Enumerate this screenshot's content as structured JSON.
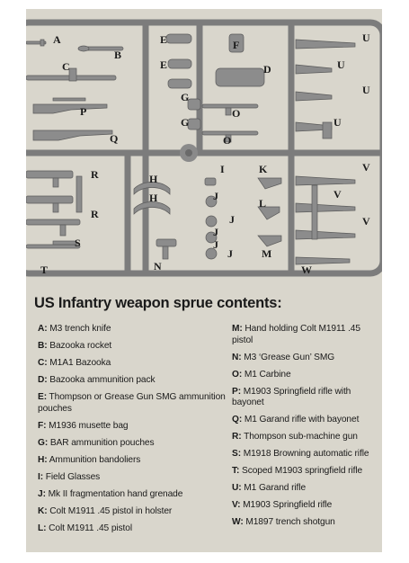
{
  "sprue": {
    "labels": [
      "A",
      "B",
      "C",
      "D",
      "E",
      "E",
      "F",
      "G",
      "G",
      "H",
      "H",
      "I",
      "J",
      "J",
      "J",
      "J",
      "J",
      "K",
      "L",
      "M",
      "N",
      "O",
      "O",
      "P",
      "Q",
      "R",
      "R",
      "S",
      "T",
      "U",
      "U",
      "U",
      "U",
      "V",
      "V",
      "V",
      "W"
    ]
  },
  "contents": {
    "title": "US Infantry weapon sprue contents:",
    "left": [
      {
        "key": "A:",
        "text": "M3 trench knife"
      },
      {
        "key": "B:",
        "text": "Bazooka rocket"
      },
      {
        "key": "C:",
        "text": "M1A1 Bazooka"
      },
      {
        "key": "D:",
        "text": "Bazooka ammunition pack"
      },
      {
        "key": "E:",
        "text": "Thompson or Grease Gun SMG ammunition pouches"
      },
      {
        "key": "F:",
        "text": "M1936 musette bag"
      },
      {
        "key": "G:",
        "text": "BAR ammunition pouches"
      },
      {
        "key": "H:",
        "text": "Ammunition bandoliers"
      },
      {
        "key": "I:",
        "text": "Field Glasses"
      },
      {
        "key": "J:",
        "text": "Mk II fragmentation hand grenade"
      },
      {
        "key": "K:",
        "text": "Colt M1911 .45 pistol in holster"
      },
      {
        "key": "L:",
        "text": "Colt M1911 .45 pistol"
      }
    ],
    "right": [
      {
        "key": "M:",
        "text": "Hand holding Colt M1911 .45 pistol"
      },
      {
        "key": "N:",
        "text": "M3 ‘Grease Gun’ SMG"
      },
      {
        "key": "O:",
        "text": "M1 Carbine"
      },
      {
        "key": "P:",
        "text": "M1903 Springfield rifle with bayonet"
      },
      {
        "key": "Q:",
        "text": "M1 Garand rifle with bayonet"
      },
      {
        "key": "R:",
        "text": "Thompson sub-machine gun"
      },
      {
        "key": "S:",
        "text": "M1918 Browning automatic rifle"
      },
      {
        "key": "T:",
        "text": "Scoped M1903 springfield rifle"
      },
      {
        "key": "U:",
        "text": "M1 Garand rifle"
      },
      {
        "key": "V:",
        "text": "M1903 Springfield rifle"
      },
      {
        "key": "W:",
        "text": "M1897 trench shotgun"
      }
    ]
  }
}
